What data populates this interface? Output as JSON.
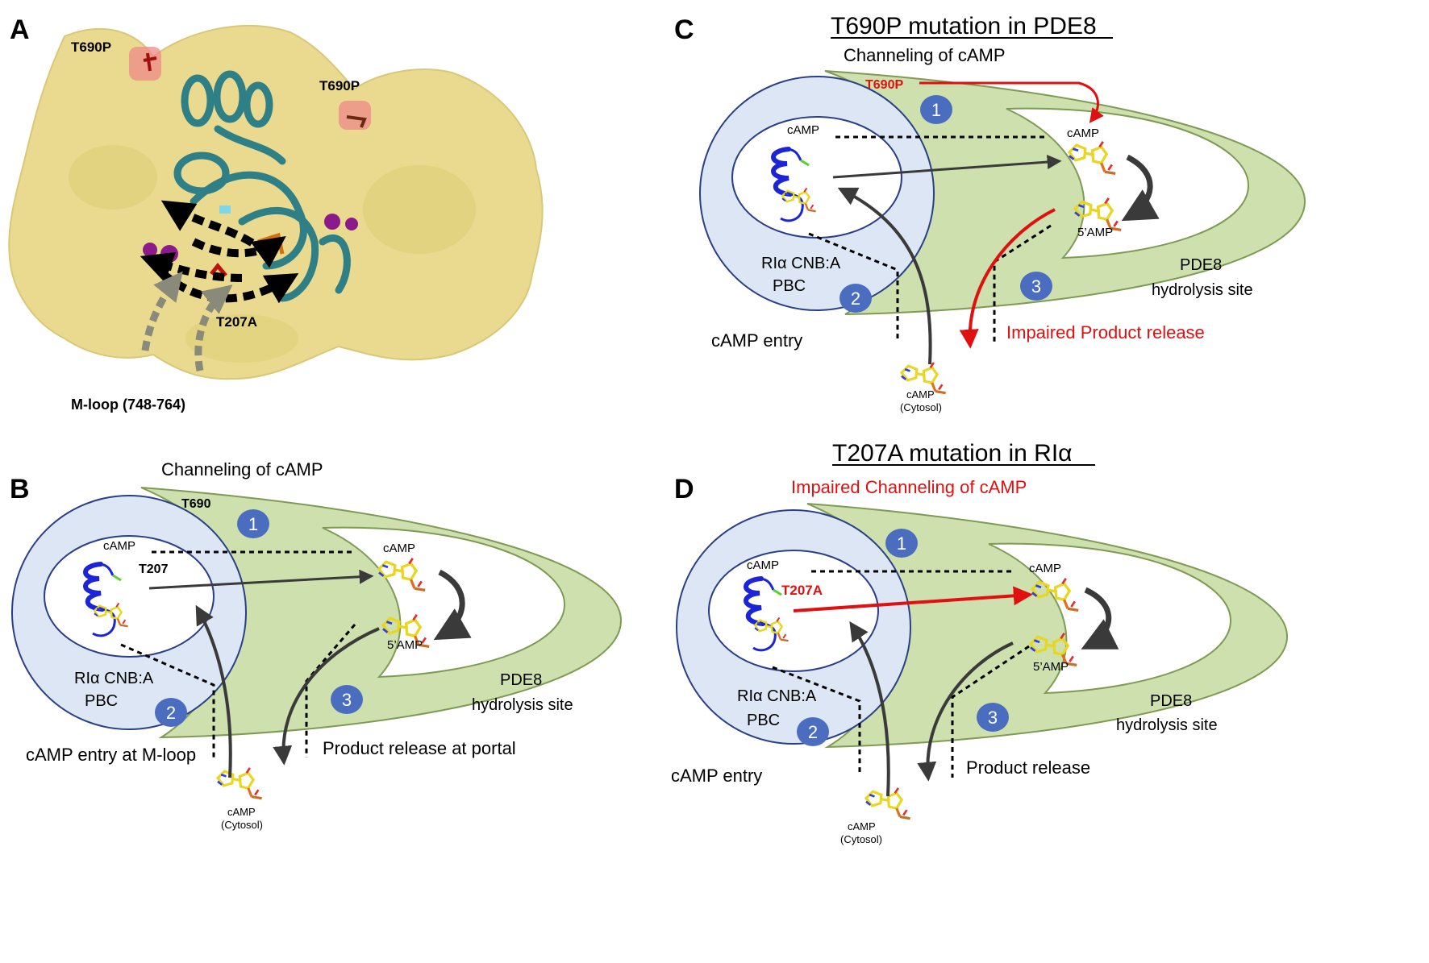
{
  "panels": {
    "A": {
      "letter": "A",
      "labels": {
        "t690p_left": "T690P",
        "t690p_right": "T690P",
        "t207a": "T207A",
        "m_loop": "M-loop (748-764)"
      },
      "colors": {
        "surface": "#e8d98a",
        "cartoon": "#2e7f86",
        "spheres": "#8b1a8b",
        "mutation_glow": "#ee8a8a"
      }
    },
    "B": {
      "letter": "B",
      "title": "",
      "subtitle": "Channeling of cAMP",
      "residue": "T207",
      "pde_residue": "T690",
      "camp_label": "cAMP",
      "camp_pde_label": "cAMP",
      "amp_label": "5’AMP",
      "rla_line1": "RIα CNB:A",
      "rla_line2": "PBC",
      "pde_line1": "PDE8",
      "pde_line2": "hydrolysis site",
      "entry_label": "cAMP entry at M-loop",
      "release_label": "Product release at portal",
      "cytosol_line1": "cAMP",
      "cytosol_line2": "(Cytosol)",
      "badges": [
        "1",
        "2",
        "3"
      ]
    },
    "C": {
      "letter": "C",
      "title": "T690P mutation in PDE8",
      "subtitle": "Channeling of cAMP",
      "residue": "",
      "pde_residue": "T690P",
      "camp_label": "cAMP",
      "camp_pde_label": "cAMP",
      "amp_label": "5’AMP",
      "rla_line1": "RIα CNB:A",
      "rla_line2": "PBC",
      "pde_line1": "PDE8",
      "pde_line2": "hydrolysis site",
      "entry_label": "cAMP entry",
      "release_label": "Impaired Product release",
      "cytosol_line1": "cAMP",
      "cytosol_line2": "(Cytosol)",
      "badges": [
        "1",
        "2",
        "3"
      ]
    },
    "D": {
      "letter": "D",
      "title": "T207A mutation in RIα",
      "subtitle": "Impaired Channeling of cAMP",
      "residue": "T207A",
      "pde_residue": "",
      "camp_label": "cAMP",
      "camp_pde_label": "cAMP",
      "amp_label": "5’AMP",
      "rla_line1": "RIα CNB:A",
      "rla_line2": "PBC",
      "pde_line1": "PDE8",
      "pde_line2": "hydrolysis site",
      "entry_label": "cAMP entry",
      "release_label": "Product release",
      "cytosol_line1": "cAMP",
      "cytosol_line2": "(Cytosol)",
      "badges": [
        "1",
        "2",
        "3"
      ]
    }
  },
  "colors": {
    "pde_fill": "#cde0ae",
    "pde_stroke": "#7f9a55",
    "rla_fill": "#dde6f5",
    "rla_stroke": "#2b3f87",
    "badge": "#4a6dbf",
    "arrow_dark": "#3a3a3a",
    "impaired_red": "#e01010",
    "helix_blue": "#1b24d6"
  }
}
